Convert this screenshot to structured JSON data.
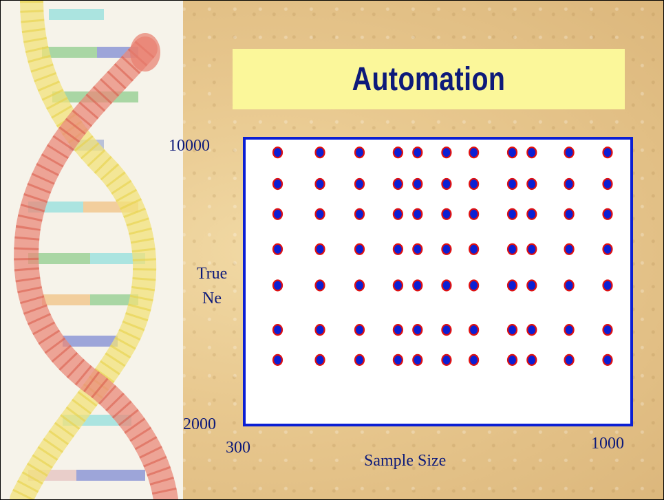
{
  "slide": {
    "title": "Automation"
  },
  "chart_data": {
    "type": "scatter",
    "title": "",
    "xlabel": "Sample Size",
    "ylabel": "True\nNe",
    "ylabel_lines": [
      "True",
      "Ne"
    ],
    "xlim": [
      300,
      1000
    ],
    "ylim": [
      2000,
      10000
    ],
    "x_tick_labels": [
      "300",
      "1000"
    ],
    "y_tick_labels": [
      "10000",
      "2000"
    ],
    "x": [
      366,
      442,
      513,
      582,
      617,
      669,
      718,
      787,
      822,
      889,
      958
    ],
    "y": [
      9544,
      8664,
      7822,
      6840,
      5827,
      4584,
      3743
    ],
    "grid": false,
    "legend": "none",
    "marker": {
      "fill": "#0b1fd4",
      "edge": "#e01010"
    },
    "frame_color": "#0b1fd4"
  },
  "colors": {
    "title_text": "#0d1a7a",
    "title_background": "#fbf79a",
    "label_text": "#0d1a7a"
  }
}
